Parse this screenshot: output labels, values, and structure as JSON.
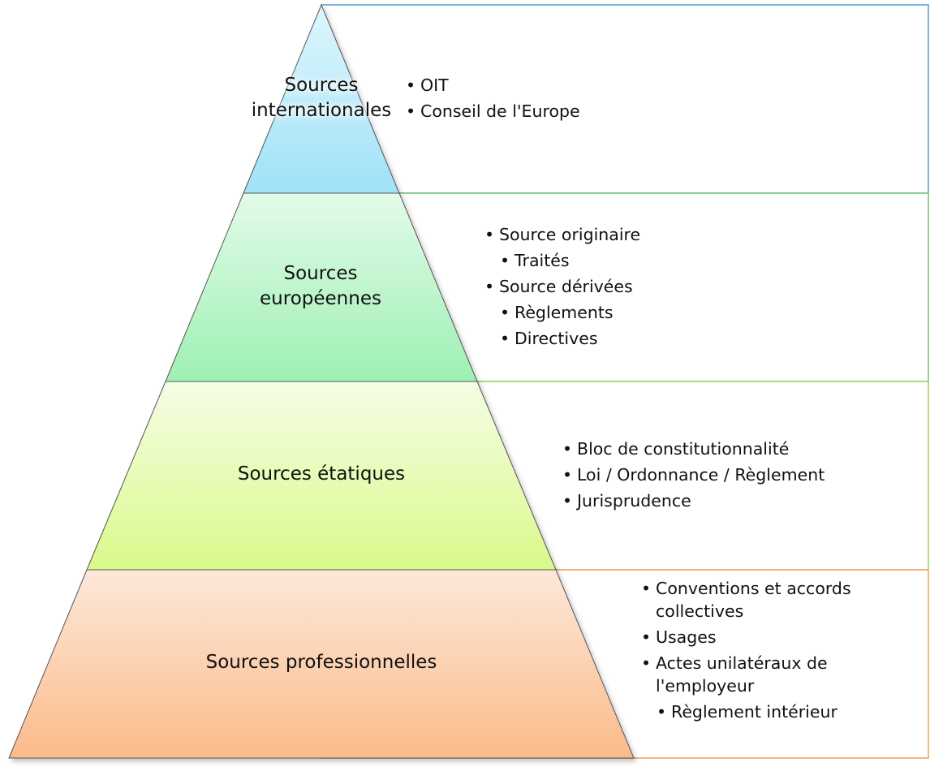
{
  "diagram": {
    "tiers": [
      {
        "label": "Sources internationales",
        "fill_top": "#dff6fd",
        "fill_bottom": "#9fe2f8",
        "border": "#4f9fcb",
        "items": [
          {
            "text": "OIT",
            "level": 1
          },
          {
            "text": "Conseil de l'Europe",
            "level": 1
          }
        ]
      },
      {
        "label": "Sources européennes",
        "fill_top": "#e3fbe9",
        "fill_bottom": "#9ef0b4",
        "border": "#6cc46c",
        "items": [
          {
            "text": "Source originaire",
            "level": 1
          },
          {
            "text": "Traités",
            "level": 2
          },
          {
            "text": "Source dérivées",
            "level": 1
          },
          {
            "text": "Règlements",
            "level": 2
          },
          {
            "text": "Directives",
            "level": 2
          }
        ]
      },
      {
        "label": "Sources étatiques",
        "fill_top": "#f5fde6",
        "fill_bottom": "#d9fa8a",
        "border": "#9fcf55",
        "items": [
          {
            "text": "Bloc de constitutionnalité",
            "level": 1
          },
          {
            "text": "Loi / Ordonnance / Règlement",
            "level": 1
          },
          {
            "text": "Jurisprudence",
            "level": 1
          }
        ]
      },
      {
        "label": "Sources professionnelles",
        "fill_top": "#fde8da",
        "fill_bottom": "#fbbb8a",
        "border": "#f0a05a",
        "items": [
          {
            "text": "Conventions et accords collectives",
            "level": 1
          },
          {
            "text": "Usages",
            "level": 1
          },
          {
            "text": "Actes unilatéraux de l'employeur",
            "level": 1
          },
          {
            "text": "Règlement intérieur",
            "level": 2
          }
        ]
      }
    ]
  }
}
